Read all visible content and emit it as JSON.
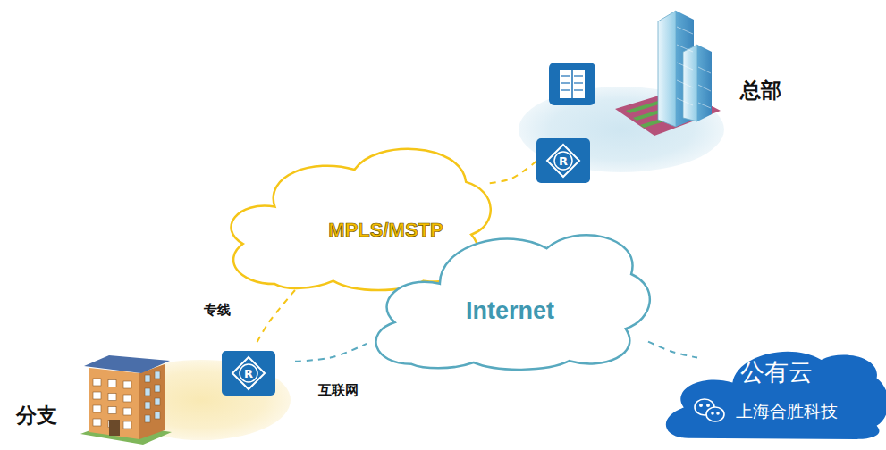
{
  "diagram": {
    "nodes": [
      {
        "text": [
          "总部"
        ]
      },
      {
        "text": [
          "MPLS/MSTP"
        ]
      },
      {
        "text": [
          "Internet"
        ]
      },
      {
        "text": [
          "公有云"
        ]
      },
      {
        "text": [
          "分支"
        ]
      }
    ],
    "edges": [
      {
        "from": 0,
        "to": 1,
        "arrow": "none"
      },
      {
        "from": 1,
        "to": 4,
        "label": "专线",
        "arrow": "none"
      },
      {
        "from": 4,
        "to": 2,
        "label": "互联网",
        "arrow": "none"
      },
      {
        "from": 2,
        "to": 3,
        "arrow": "none"
      }
    ],
    "labels": [
      "R",
      "R",
      "上海合胜科技"
    ]
  }
}
